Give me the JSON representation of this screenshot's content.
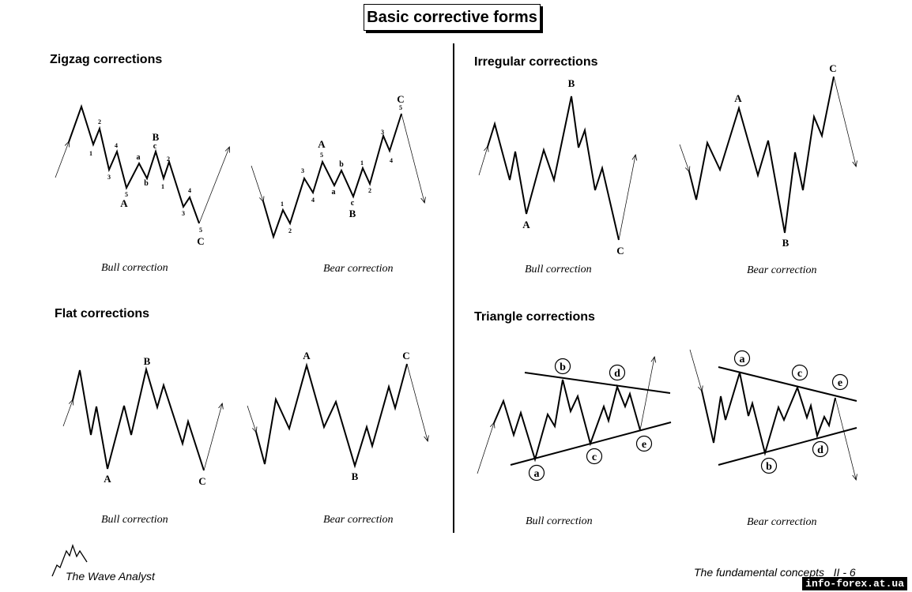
{
  "page_title": "Basic corrective forms",
  "sections": {
    "zigzag": {
      "title": "Zigzag corrections",
      "bull_caption": "Bull correction",
      "bear_caption": "Bear correction"
    },
    "irregular": {
      "title": "Irregular corrections",
      "bull_caption": "Bull correction",
      "bear_caption": "Bear correction"
    },
    "flat": {
      "title": "Flat corrections",
      "bull_caption": "Bull correction",
      "bear_caption": "Bear correction"
    },
    "triangle": {
      "title": "Triangle corrections",
      "bull_caption": "Bull correction",
      "bear_caption": "Bear correction"
    }
  },
  "wave_labels": {
    "major": [
      "A",
      "B",
      "C"
    ],
    "minor": [
      "a",
      "b",
      "c"
    ],
    "impulse": [
      "1",
      "2",
      "3",
      "4",
      "5"
    ],
    "triangle": [
      "a",
      "b",
      "c",
      "d",
      "e"
    ]
  },
  "footer": {
    "brand": "The Wave Analyst",
    "page_ref": "The fundamental concepts   II - 6",
    "watermark": "info-forex.at.ua"
  }
}
